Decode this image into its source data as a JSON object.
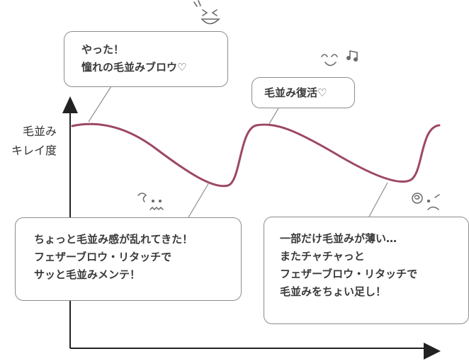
{
  "y_axis_label": [
    "毛並み",
    "キレイ度"
  ],
  "bubbles": {
    "peak1": [
      "やった！",
      "憧れの毛並みブロウ♡"
    ],
    "peak2": [
      "毛並み復活♡"
    ],
    "trough1": [
      "ちょっと毛並み感が乱れてきた！",
      "フェザーブロウ・リタッチで",
      "サッと毛並みメンテ！"
    ],
    "trough2": [
      "一部だけ毛並みが薄い…",
      "またチャチャっと",
      "フェザーブロウ・リタッチで",
      "毛並みをちょい足し！"
    ]
  },
  "colors": {
    "curve": "#9c4766",
    "axis": "#222222",
    "bubble_border": "#8c8c8c",
    "text": "#3a3a3a"
  },
  "icons": [
    "laughing-face-icon",
    "happy-face-music-icon",
    "worried-face-icon",
    "frustrated-face-icon"
  ]
}
